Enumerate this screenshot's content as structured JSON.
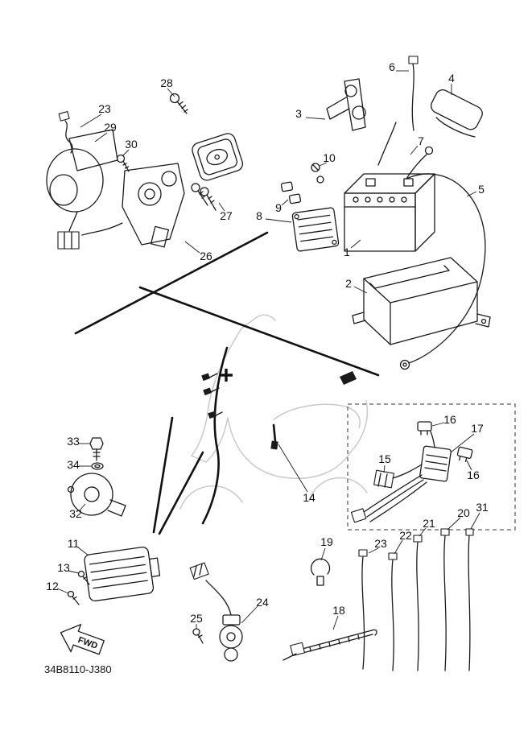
{
  "diagram": {
    "code": "34B8110-J380",
    "fwd_label": "FWD",
    "colors": {
      "ink": "#1a1a1a",
      "background": "#ffffff",
      "silhouette": "#c9c9c9"
    },
    "callouts": [
      {
        "label": "28"
      },
      {
        "label": "23"
      },
      {
        "label": "29"
      },
      {
        "label": "30"
      },
      {
        "label": "6"
      },
      {
        "label": "3"
      },
      {
        "label": "4"
      },
      {
        "label": "7"
      },
      {
        "label": "10"
      },
      {
        "label": "5"
      },
      {
        "label": "9"
      },
      {
        "label": "8"
      },
      {
        "label": "1"
      },
      {
        "label": "2"
      },
      {
        "label": "27"
      },
      {
        "label": "26"
      },
      {
        "label": "33"
      },
      {
        "label": "34"
      },
      {
        "label": "32"
      },
      {
        "label": "11"
      },
      {
        "label": "13"
      },
      {
        "label": "12"
      },
      {
        "label": "14"
      },
      {
        "label": "15"
      },
      {
        "label": "16"
      },
      {
        "label": "17"
      },
      {
        "label": "16"
      },
      {
        "label": "19"
      },
      {
        "label": "18"
      },
      {
        "label": "25"
      },
      {
        "label": "24"
      },
      {
        "label": "23"
      },
      {
        "label": "22"
      },
      {
        "label": "21"
      },
      {
        "label": "20"
      },
      {
        "label": "31"
      }
    ]
  }
}
